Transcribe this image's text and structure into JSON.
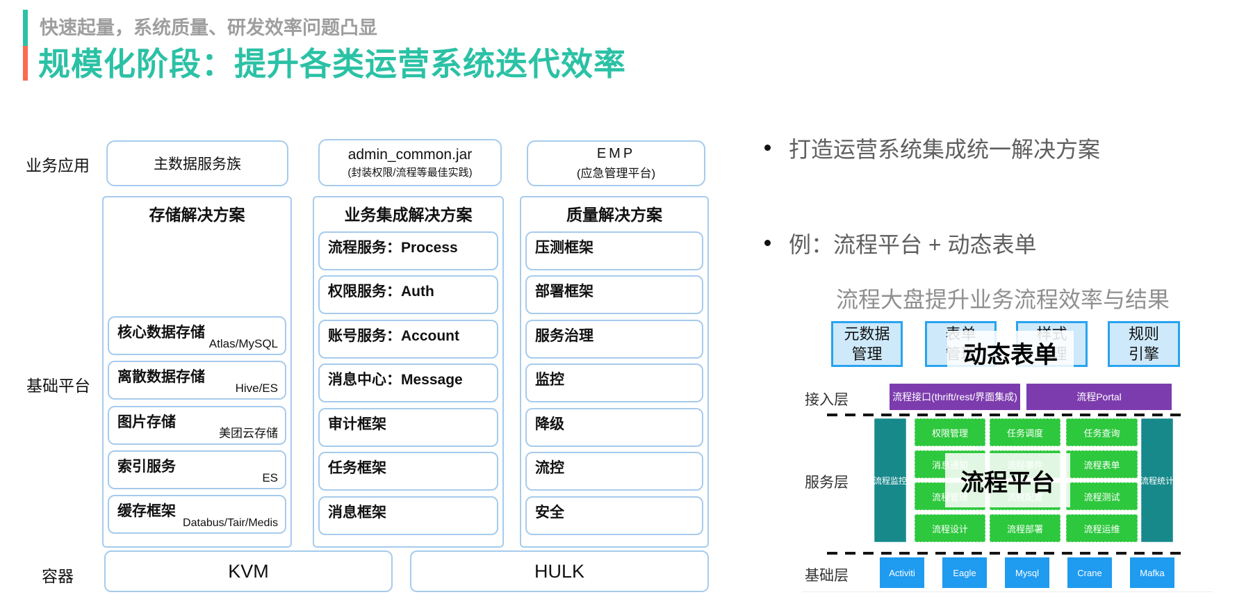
{
  "header": {
    "subtitle": "快速起量，系统质量、研发效率问题凸显",
    "title": "规模化阶段：提升各类运营系统迭代效率"
  },
  "left_diagram": {
    "row_labels": {
      "apps": "业务应用",
      "platform": "基础平台",
      "container": "容器"
    },
    "app_boxes": [
      {
        "title": "主数据服务族",
        "subtitle": ""
      },
      {
        "title": "admin_common.jar",
        "subtitle": "(封装权限/流程等最佳实践)"
      },
      {
        "title": "EMP",
        "subtitle": "(应急管理平台)"
      }
    ],
    "storage": {
      "header": "存储解决方案",
      "items": [
        {
          "title": "核心数据存储",
          "tech": "Atlas/MySQL"
        },
        {
          "title": "离散数据存储",
          "tech": "Hive/ES"
        },
        {
          "title": "图片存储",
          "tech": "美团云存储"
        },
        {
          "title": "索引服务",
          "tech": "ES"
        },
        {
          "title": "缓存框架",
          "tech": "Databus/Tair/Medis"
        }
      ]
    },
    "integration": {
      "header": "业务集成解决方案",
      "items": [
        "流程服务：Process",
        "权限服务：Auth",
        "账号服务：Account",
        "消息中心：Message",
        "审计框架",
        "任务框架",
        "消息框架"
      ]
    },
    "quality": {
      "header": "质量解决方案",
      "items": [
        "压测框架",
        "部署框架",
        "服务治理",
        "监控",
        "降级",
        "流控",
        "安全"
      ]
    },
    "containers": [
      "KVM",
      "HULK"
    ]
  },
  "right_panel": {
    "bullets": [
      "打造运营系统集成统一解决方案",
      "例：流程平台 + 动态表单"
    ],
    "caption": "流程大盘提升业务流程效率与结果",
    "mini": {
      "top_boxes": [
        {
          "line1": "元数据",
          "line2": "管理"
        },
        {
          "line1": "表单",
          "line2": "管理"
        },
        {
          "line1": "样式",
          "line2": "管理"
        },
        {
          "line1": "规则",
          "line2": "引擎"
        }
      ],
      "form_overlay": "动态表单",
      "layer_labels": {
        "access": "接入层",
        "service": "服务层",
        "base": "基础层"
      },
      "access_boxes": [
        "流程接口(thrift/rest/界面集成)",
        "流程Portal"
      ],
      "service": {
        "left_bar": "流程监控",
        "right_bar": "流程统计",
        "overlay": "流程平台",
        "grid": [
          [
            "权限管理",
            "任务调度",
            "任务查询"
          ],
          [
            "消息通知",
            "流程事件",
            "流程表单"
          ],
          [
            "流程管理",
            "流程配置",
            "流程测试"
          ],
          [
            "流程设计",
            "流程部署",
            "流程运维"
          ]
        ]
      },
      "base_boxes": [
        "Activiti",
        "Eagle",
        "Mysql",
        "Crane",
        "Mafka"
      ]
    }
  },
  "colors": {
    "accent_teal": "#2BC1A5",
    "accent_orange": "#FB6C4F",
    "box_border": "#A6CBEC",
    "mini_blue_fill": "#CDE9FA",
    "mini_blue_border": "#29A3F0",
    "purple": "#7D3CAE",
    "green": "#2DC83D",
    "teal_bar": "#17898B",
    "base_blue": "#1F9BF0"
  }
}
